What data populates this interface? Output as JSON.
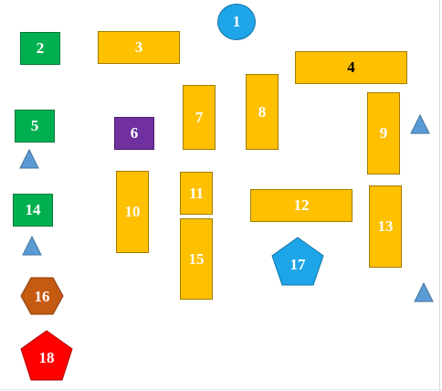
{
  "colors": {
    "orange": "#FFC000",
    "green": "#00B050",
    "purple": "#7030A0",
    "blue_circle": "#1EA5E8",
    "triangle_blue": "#5B9BD5",
    "pentagon_blue": "#1EA5E8",
    "hexagon_brown": "#C55A11",
    "pentagon_red": "#FF0000"
  },
  "shapes": {
    "s1": {
      "label": "1",
      "kind": "circle",
      "color": "blue"
    },
    "s2": {
      "label": "2",
      "kind": "rectangle",
      "color": "green"
    },
    "s3": {
      "label": "3",
      "kind": "rectangle",
      "color": "orange"
    },
    "s4": {
      "label": "4",
      "kind": "rectangle",
      "color": "orange"
    },
    "s5": {
      "label": "5",
      "kind": "rectangle",
      "color": "green"
    },
    "s6": {
      "label": "6",
      "kind": "rectangle",
      "color": "purple"
    },
    "s7": {
      "label": "7",
      "kind": "rectangle",
      "color": "orange"
    },
    "s8": {
      "label": "8",
      "kind": "rectangle",
      "color": "orange"
    },
    "s9": {
      "label": "9",
      "kind": "rectangle",
      "color": "orange"
    },
    "s10": {
      "label": "10",
      "kind": "rectangle",
      "color": "orange"
    },
    "s11": {
      "label": "11",
      "kind": "rectangle",
      "color": "orange"
    },
    "s12": {
      "label": "12",
      "kind": "rectangle",
      "color": "orange"
    },
    "s13": {
      "label": "13",
      "kind": "rectangle",
      "color": "orange"
    },
    "s14": {
      "label": "14",
      "kind": "rectangle",
      "color": "green"
    },
    "s15": {
      "label": "15",
      "kind": "rectangle",
      "color": "orange"
    },
    "s16": {
      "label": "16",
      "kind": "hexagon",
      "color": "brown"
    },
    "s17": {
      "label": "17",
      "kind": "pentagon",
      "color": "blue"
    },
    "s18": {
      "label": "18",
      "kind": "pentagon",
      "color": "red"
    }
  },
  "triangles": [
    {
      "kind": "triangle",
      "color": "blue"
    },
    {
      "kind": "triangle",
      "color": "blue"
    },
    {
      "kind": "triangle",
      "color": "blue"
    },
    {
      "kind": "triangle",
      "color": "blue"
    }
  ]
}
